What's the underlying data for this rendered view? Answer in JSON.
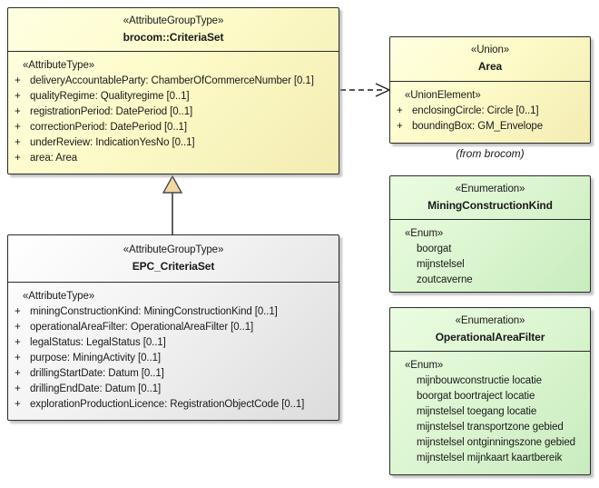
{
  "diagram": {
    "from_note": "(from brocom)",
    "colors": {
      "yellow_fill_top": "#ffffe2",
      "yellow_fill_bottom": "#f3ecb2",
      "green_fill_top": "#ebfce1",
      "green_fill_bottom": "#c8ecbf",
      "gray_fill_top": "#ffffff",
      "gray_fill_bottom": "#dcdcdc",
      "border": "#2b2b2b",
      "generalization_triangle_fill": "#f1d7a4"
    },
    "connectors": [
      {
        "type": "generalization",
        "from": "EPC_CriteriaSet",
        "to": "brocom::CriteriaSet",
        "style": "solid-line-hollow-triangle"
      },
      {
        "type": "dependency",
        "from": "brocom::CriteriaSet",
        "to": "Area",
        "style": "dashed-line-open-arrow"
      }
    ],
    "classes": {
      "brocom_criteriaset": {
        "stereotype": "«AttributeGroupType»",
        "name": "brocom::CriteriaSet",
        "body_stereotype": "«AttributeType»",
        "attributes": [
          {
            "vis": "+",
            "text": "deliveryAccountableParty: ChamberOfCommerceNumber [0.1]"
          },
          {
            "vis": "+",
            "text": "qualityRegime: Qualityregime [0..1]"
          },
          {
            "vis": "+",
            "text": "registrationPeriod: DatePeriod [0..1]"
          },
          {
            "vis": "+",
            "text": "correctionPeriod: DatePeriod [0..1]"
          },
          {
            "vis": "+",
            "text": "underReview: IndicationYesNo [0..1]"
          },
          {
            "vis": "+",
            "text": "area: Area"
          }
        ]
      },
      "epc_criteriaset": {
        "stereotype": "«AttributeGroupType»",
        "name": "EPC_CriteriaSet",
        "body_stereotype": "«AttributeType»",
        "attributes": [
          {
            "vis": "+",
            "text": "miningConstructionKind: MiningConstructionKind [0..1]"
          },
          {
            "vis": "+",
            "text": "operationalAreaFilter: OperationalAreaFilter [0..1]"
          },
          {
            "vis": "+",
            "text": "legalStatus: LegalStatus [0..1]"
          },
          {
            "vis": "+",
            "text": "purpose: MiningActivity [0..1]"
          },
          {
            "vis": "+",
            "text": "drillingStartDate: Datum [0..1]"
          },
          {
            "vis": "+",
            "text": "drillingEndDate: Datum [0..1]"
          },
          {
            "vis": "+",
            "text": "explorationProductionLicence: RegistrationObjectCode [0..1]"
          }
        ]
      },
      "area": {
        "stereotype": "«Union»",
        "name": "Area",
        "body_stereotype": "«UnionElement»",
        "attributes": [
          {
            "vis": "+",
            "text": "enclosingCircle: Circle [0..1]"
          },
          {
            "vis": "+",
            "text": "boundingBox: GM_Envelope"
          }
        ]
      },
      "mining_construction_kind": {
        "stereotype": "«Enumeration»",
        "name": "MiningConstructionKind",
        "body_stereotype": "«Enum»",
        "literals": [
          "boorgat",
          "mijnstelsel",
          "zoutcaverne"
        ]
      },
      "operational_area_filter": {
        "stereotype": "«Enumeration»",
        "name": "OperationalAreaFilter",
        "body_stereotype": "«Enum»",
        "literals": [
          "mijnbouwconstructie locatie",
          "boorgat boortraject locatie",
          "mijnstelsel toegang locatie",
          "mijnstelsel transportzone gebied",
          "mijnstelsel ontginningszone gebied",
          "mijnstelsel mijnkaart kaartbereik"
        ]
      }
    }
  }
}
